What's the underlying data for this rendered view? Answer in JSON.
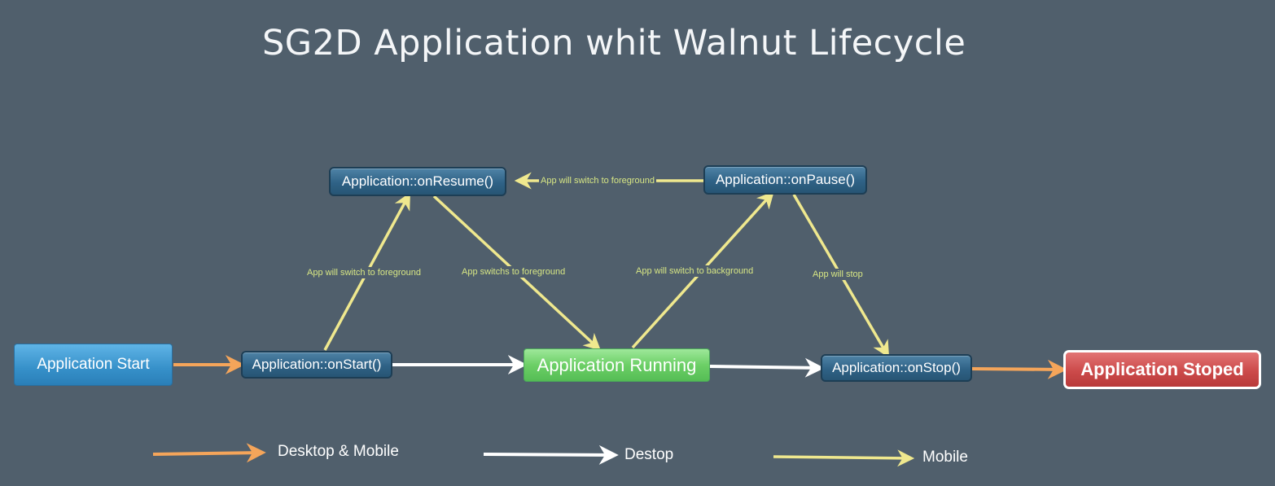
{
  "title": "SG2D Application whit Walnut Lifecycle",
  "colors": {
    "background": "#505f6c",
    "desktop_and_mobile": "#f5a55a",
    "desktop": "#ffffff",
    "mobile": "#efe88e"
  },
  "nodes": {
    "start": "Application Start",
    "on_start": "Application::onStart()",
    "on_resume": "Application::onResume()",
    "on_pause": "Application::onPause()",
    "running": "Application Running",
    "on_stop": "Application::onStop()",
    "stopped": "Application Stoped"
  },
  "edge_labels": {
    "start_to_resume": "App  will switch to foreground",
    "resume_to_running": "App  switchs to foreground",
    "running_to_pause": "App will switch to background",
    "pause_to_resume": "App  will switch to foreground",
    "pause_to_stop": "App will stop"
  },
  "legend": {
    "desktop_mobile": "Desktop & Mobile",
    "desktop": "Destop",
    "mobile": "Mobile"
  }
}
